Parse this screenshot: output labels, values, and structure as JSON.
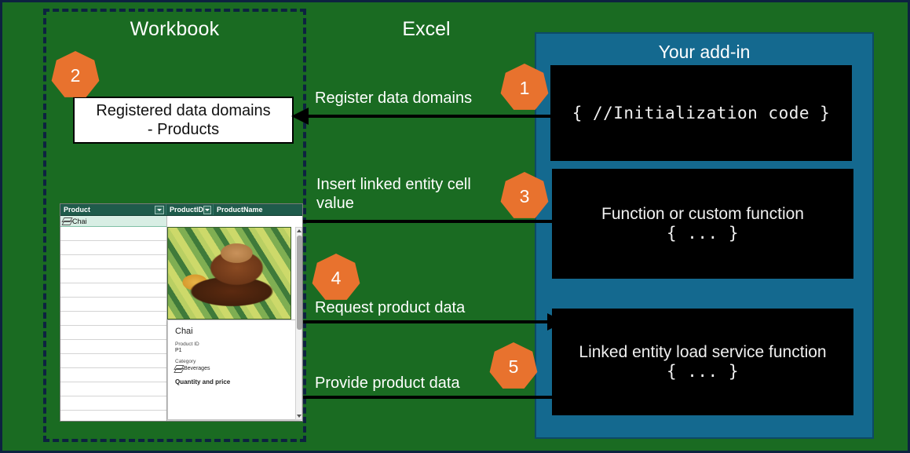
{
  "diagram": {
    "workbook_label": "Workbook",
    "excel_label": "Excel",
    "addin_label": "Your add-in",
    "colors": {
      "background_green": "#1a6b22",
      "addin_blue": "#14698f",
      "step_orange": "#e8722e",
      "dashed_border": "#0d2240",
      "code_background": "#000000"
    }
  },
  "registered_box": {
    "line1": "Registered data domains",
    "line2": "- Products"
  },
  "code_boxes": [
    {
      "id": "initialization",
      "mono": "{ //Initialization code }"
    },
    {
      "id": "function",
      "title": "Function or custom function",
      "mono": "{ ... }"
    },
    {
      "id": "load-service",
      "title": "Linked entity load service function",
      "mono": "{ ... }"
    }
  ],
  "steps": [
    {
      "number": "1",
      "label": "Register data domains"
    },
    {
      "number": "2",
      "label": ""
    },
    {
      "number": "3",
      "label": "Insert linked entity cell value"
    },
    {
      "number": "4",
      "label": "Request product data"
    },
    {
      "number": "5",
      "label": "Provide product data"
    }
  ],
  "excel_shot": {
    "columns": [
      "Product",
      "ProductID",
      "ProductName"
    ],
    "cell_value": "Chai",
    "entity_card": {
      "title": "Chai",
      "fields": [
        {
          "label": "Product ID",
          "value": "P1"
        },
        {
          "label": "Category",
          "value": "Beverages"
        }
      ],
      "section": "Quantity and price"
    }
  }
}
